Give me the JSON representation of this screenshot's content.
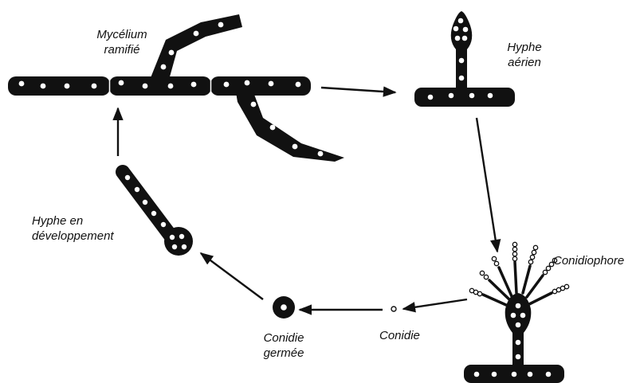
{
  "labels": {
    "mycelium": [
      "Mycélium",
      "ramifié"
    ],
    "aerial_hypha": [
      "Hyphe",
      "aérien"
    ],
    "conidiophore": "Conidiophore",
    "conidium": "Conidie",
    "germinated_conidium": [
      "Conidie",
      "germée"
    ],
    "developing_hypha": [
      "Hyphe en",
      "développement"
    ]
  },
  "colors": {
    "ink": "#111111",
    "background": "#ffffff"
  }
}
